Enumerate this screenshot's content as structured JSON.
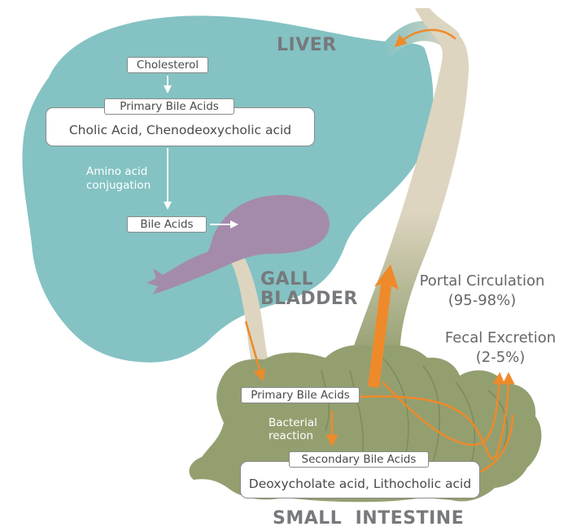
{
  "labels": {
    "liver": "LIVER",
    "gall_line1": "GALL",
    "gall_line2": "BLADDER",
    "small_intestine": "SMALL  INTESTINE"
  },
  "liver_boxes": {
    "cholesterol": "Cholesterol",
    "primary_bile_acids": "Primary Bile Acids",
    "primary_examples": "Cholic Acid, Chenodeoxycholic acid",
    "bile_acids": "Bile Acids"
  },
  "liver_notes": {
    "conjugation_line1": "Amino acid",
    "conjugation_line2": "conjugation"
  },
  "intestine_boxes": {
    "primary_bile_acids": "Primary Bile Acids",
    "secondary_bile_acids": "Secondary Bile Acids",
    "secondary_examples": "Deoxycholate acid, Lithocholic acid"
  },
  "intestine_notes": {
    "bacterial_line1": "Bacterial",
    "bacterial_line2": "reaction"
  },
  "pathways": {
    "portal_title": "Portal Circulation",
    "portal_percent": "(95-98%)",
    "fecal_title": "Fecal Excretion",
    "fecal_percent": "(2-5%)"
  },
  "colors": {
    "liver": "#84c2c3",
    "gall_bladder": "#a48bab",
    "intestine": "#949f70",
    "vessel": "#ddd5c0",
    "arrow": "#ee8a2a",
    "label_gray": "#77797c"
  }
}
